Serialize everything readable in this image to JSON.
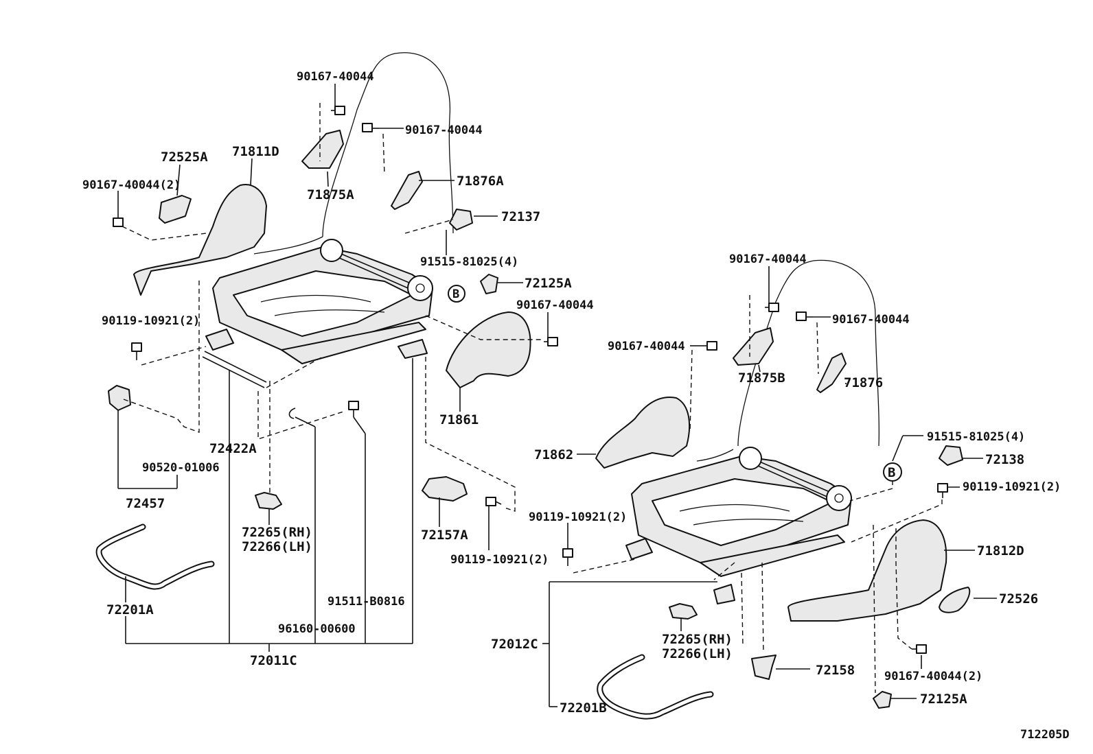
{
  "callouts": {
    "p90167_40044_a": "90167-40044",
    "p90167_40044_b": "90167-40044",
    "p72525a": "72525A",
    "p71811d": "71811D",
    "p90167_40044_2_a": "90167-40044(2)",
    "p71876a": "71876A",
    "p71875a": "71875A",
    "p72137": "72137",
    "p91515_81025_4_a": "91515-81025(4)",
    "p72125a_a": "72125A",
    "p90167_40044_c": "90167-40044",
    "p90119_10921_2_a": "90119-10921(2)",
    "p71861": "71861",
    "p72422a": "72422A",
    "p90520_01006": "90520-01006",
    "p72457": "72457",
    "p72265_rh_a": "72265(RH)",
    "p72266_lh_a": "72266(LH)",
    "p72157a": "72157A",
    "p90119_10921_2_b": "90119-10921(2)",
    "p91511_b0816": "91511-B0816",
    "p96160_00600": "96160-00600",
    "p72201a": "72201A",
    "p72011c": "72011C",
    "p90167_40044_d": "90167-40044",
    "p90167_40044_e": "90167-40044",
    "p90167_40044_f": "90167-40044",
    "p71875b": "71875B",
    "p71876": "71876",
    "p71862": "71862",
    "p91515_81025_4_b": "91515-81025(4)",
    "p72138": "72138",
    "p90119_10921_2_c": "90119-10921(2)",
    "p90119_10921_2_d": "90119-10921(2)",
    "p71812d": "71812D",
    "p72526": "72526",
    "p72012c": "72012C",
    "p72265_rh_b": "72265(RH)",
    "p72266_lh_b": "72266(LH)",
    "p72158": "72158",
    "p90167_40044_2_b": "90167-40044(2)",
    "p72125a_b": "72125A",
    "p72201b": "72201B",
    "marker_b_1": "B",
    "marker_b_2": "B",
    "diagram_code": "712205D"
  }
}
